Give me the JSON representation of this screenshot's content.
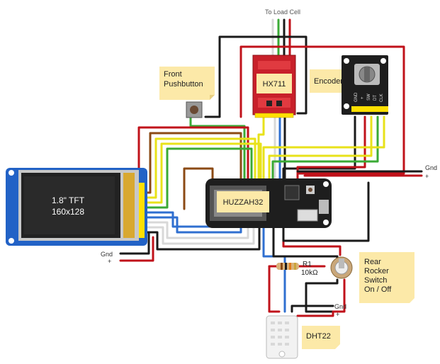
{
  "labels": {
    "to_load_cell": "To Load Cell",
    "front_pushbutton_1": "Front",
    "front_pushbutton_2": "Pushbutton",
    "hx711": "HX711",
    "encoder": "Encoder",
    "tft_line1": "1.8\" TFT",
    "tft_line2": "160x128",
    "huzzah32": "HUZZAH32",
    "gnd_right": "Gnd",
    "plus_right": "+",
    "gnd_left": "Gnd",
    "plus_left": "+",
    "r1": "R1",
    "r1_value": "10kΩ",
    "rear_switch_1": "Rear",
    "rear_switch_2": "Rocker",
    "rear_switch_3": "Switch",
    "rear_switch_4": "On / Off",
    "gnd_dht": "Gnd",
    "plus_dht": "+",
    "dht22": "DHT22",
    "encoder_pins": [
      "GND",
      "+",
      "SW",
      "DT",
      "CLK"
    ]
  },
  "colors": {
    "wire_red": "#c0121a",
    "wire_black": "#1a1a1a",
    "wire_yellow": "#e8e21a",
    "wire_green": "#3aaa35",
    "wire_blue": "#2f6fd0",
    "wire_brown": "#8b4a14",
    "wire_white": "#d8d8d8",
    "note_yellow": "#fce9a8",
    "pcb_red": "#c8202a",
    "tft_blue": "#2262c6",
    "board_black": "#1e1e1e"
  }
}
